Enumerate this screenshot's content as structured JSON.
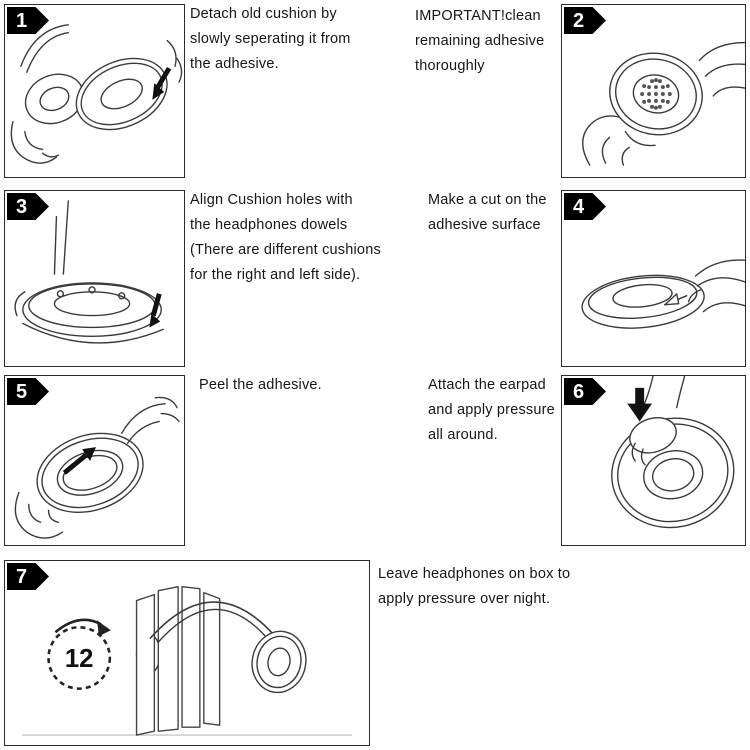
{
  "colors": {
    "badge_bg": "#000000",
    "badge_text": "#ffffff",
    "ink": "#3a3a3a"
  },
  "clock_label": "12",
  "steps": [
    {
      "num": "1",
      "text": "Detach old cushion by\nslowly seperating it from\nthe adhesive."
    },
    {
      "num": "2",
      "text": "IMPORTANT!clean\nremaining adhesive\nthoroughly"
    },
    {
      "num": "3",
      "text": "Align Cushion holes with\nthe headphones dowels\n(There are different cushions\nfor the right and left side)."
    },
    {
      "num": "4",
      "text": "Make a cut on the\nadhesive surface"
    },
    {
      "num": "5",
      "text": "Peel the adhesive."
    },
    {
      "num": "6",
      "text": "Attach the earpad\nand apply pressure\nall around."
    },
    {
      "num": "7",
      "text": "Leave headphones on box to\napply pressure over night."
    }
  ]
}
